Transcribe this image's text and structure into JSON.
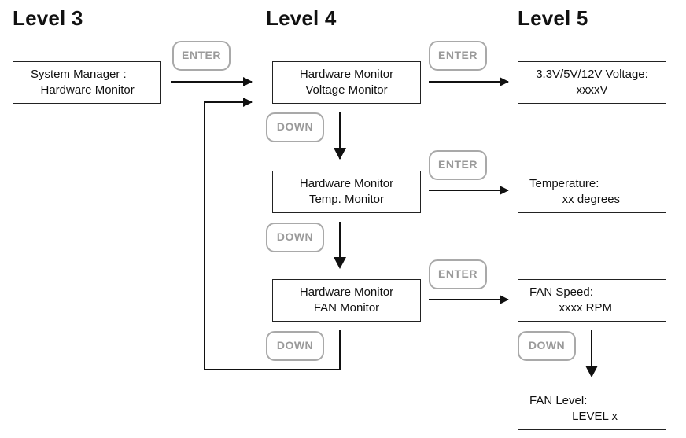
{
  "levels": [
    "Level 3",
    "Level 4",
    "Level 5"
  ],
  "keys": {
    "enter": "ENTER",
    "down": "DOWN"
  },
  "level3": {
    "box": {
      "line1": "System Manager :",
      "line2": "   Hardware Monitor"
    }
  },
  "level4": {
    "voltage": {
      "line1": "Hardware Monitor",
      "line2": "Voltage Monitor"
    },
    "temp": {
      "line1": "Hardware Monitor",
      "line2": "Temp. Monitor"
    },
    "fan": {
      "line1": "Hardware Monitor",
      "line2": "FAN Monitor"
    }
  },
  "level5": {
    "voltage": {
      "line1": "3.3V/5V/12V Voltage:",
      "line2": "xxxxV"
    },
    "temp": {
      "line1": "Temperature:",
      "line2": "          xx degrees"
    },
    "fan_speed": {
      "line1": "FAN Speed:",
      "line2": "         xxxx RPM"
    },
    "fan_level": {
      "line1": "FAN Level:",
      "line2": "             LEVEL x"
    }
  }
}
